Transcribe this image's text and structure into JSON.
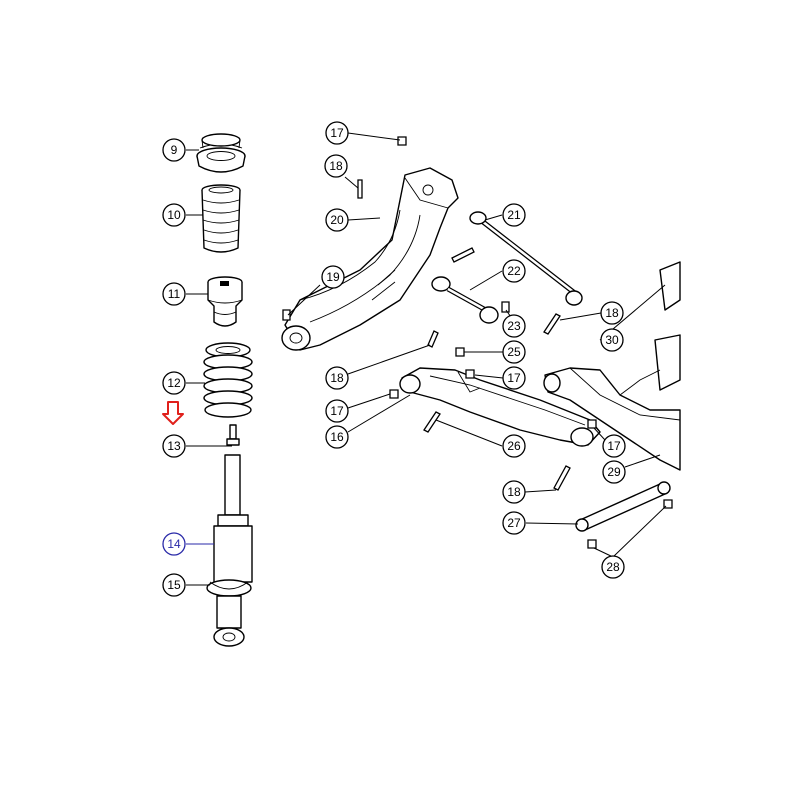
{
  "diagram": {
    "indicator_color": "#e0201b",
    "highlight_color": "#2a2aa8",
    "callouts": [
      {
        "id": "9",
        "highlight": false
      },
      {
        "id": "10",
        "highlight": false
      },
      {
        "id": "11",
        "highlight": false
      },
      {
        "id": "12",
        "highlight": false
      },
      {
        "id": "13",
        "highlight": false
      },
      {
        "id": "14",
        "highlight": true
      },
      {
        "id": "15",
        "highlight": false
      },
      {
        "id": "17",
        "highlight": false
      },
      {
        "id": "18",
        "highlight": false
      },
      {
        "id": "20",
        "highlight": false
      },
      {
        "id": "21",
        "highlight": false
      },
      {
        "id": "19",
        "highlight": false
      },
      {
        "id": "22",
        "highlight": false
      },
      {
        "id": "18",
        "highlight": false
      },
      {
        "id": "23",
        "highlight": false
      },
      {
        "id": "30",
        "highlight": false
      },
      {
        "id": "18",
        "highlight": false
      },
      {
        "id": "25",
        "highlight": false
      },
      {
        "id": "17",
        "highlight": false
      },
      {
        "id": "18",
        "highlight": false
      },
      {
        "id": "17",
        "highlight": false
      },
      {
        "id": "16",
        "highlight": false
      },
      {
        "id": "26",
        "highlight": false
      },
      {
        "id": "17",
        "highlight": false
      },
      {
        "id": "29",
        "highlight": false
      },
      {
        "id": "18",
        "highlight": false
      },
      {
        "id": "27",
        "highlight": false
      },
      {
        "id": "28",
        "highlight": false
      }
    ]
  }
}
